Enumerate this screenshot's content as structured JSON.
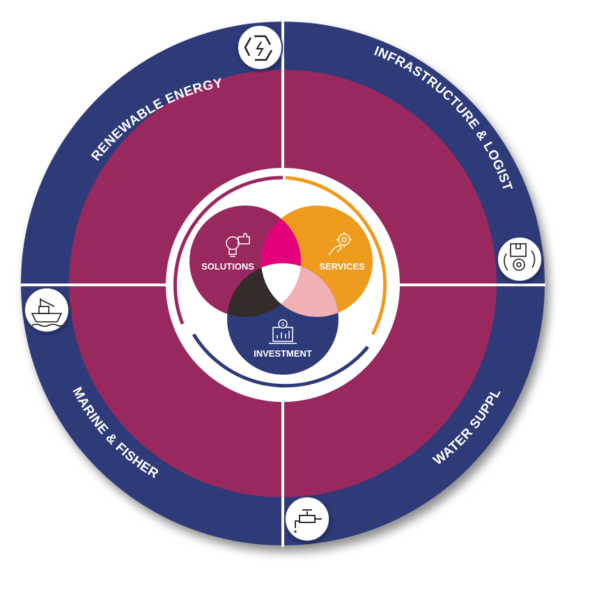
{
  "sectors": [
    {
      "label": "RENEWABLE ENERGY",
      "icon": "recycle-energy-icon"
    },
    {
      "label": "INFRASTRUCTURE & LOGISTICS",
      "icon": "package-gear-icon"
    },
    {
      "label": "WATER SUPPLY",
      "icon": "water-tap-icon"
    },
    {
      "label": "MARINE & FISHERY",
      "icon": "ship-icon"
    }
  ],
  "venn": {
    "solutions": {
      "label": "SOLUTIONS",
      "icon": "lightbulb-puzzle-icon"
    },
    "services": {
      "label": "SERVICES",
      "icon": "hand-gear-icon"
    },
    "investment": {
      "label": "INVESTMENT",
      "icon": "investment-chart-icon"
    }
  },
  "colors": {
    "outer_ring": "#2f3b78",
    "inner_disc": "#99285f",
    "solutions": "#99285f",
    "services": "#ee9a1c",
    "investment": "#2f3b78",
    "overlap_solutions_services": "#e4007c",
    "overlap_services_investment": "#f1b0b4",
    "overlap_solutions_investment": "#342b2b",
    "center": "#ffffff"
  }
}
